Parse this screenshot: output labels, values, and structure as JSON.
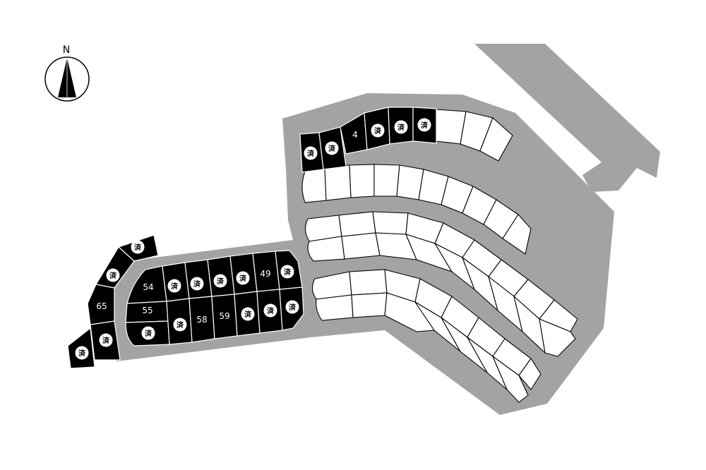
{
  "compass": {
    "label": "N",
    "icon": "north-arrow-icon"
  },
  "legend": {
    "sold_marker": "済"
  },
  "colors": {
    "road": "#a3a3a3",
    "lot_sold": "#000000",
    "lot_available": "#ffffff",
    "background": "#ffffff"
  },
  "lot_numbers": {
    "l4": "4",
    "l49": "49",
    "l54": "54",
    "l55": "55",
    "l58": "58",
    "l59": "59",
    "l65": "65"
  }
}
